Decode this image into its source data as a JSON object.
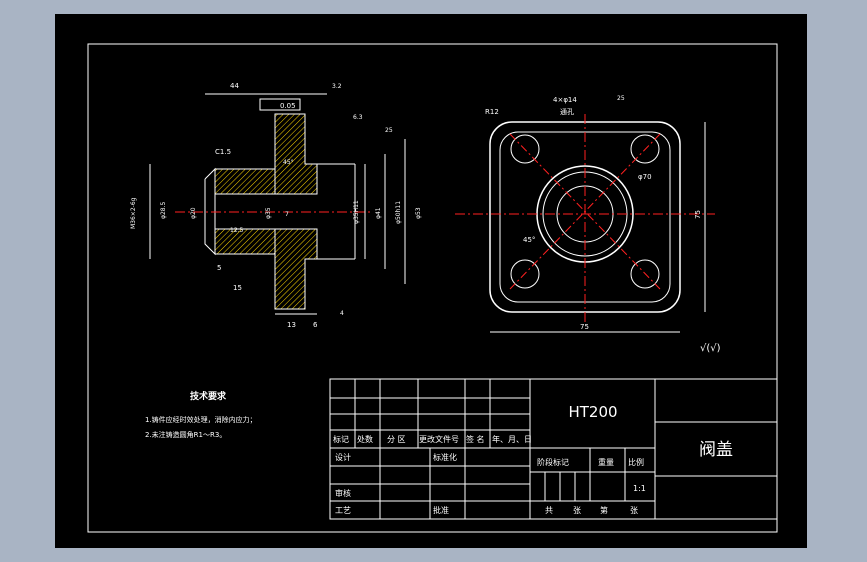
{
  "colors": {
    "background": "#a9b4c4",
    "sheet": "#000000",
    "line": "#ffffff",
    "section": "#ffd700",
    "center": "#ff2020",
    "outline": "#ffffff"
  },
  "section_view": {
    "dims": {
      "top_width": "44",
      "flatness": "0.05",
      "roughness_top": "3.2",
      "chamfer": "C1.5",
      "left_height": "M36×2-6g",
      "dia_28": "φ28.5",
      "dia_20": "φ20",
      "dia_35": "φ35",
      "dia_h11": "φ35H11",
      "dia_41": "φ41",
      "dia_50": "φ50h11",
      "dia_53": "φ53",
      "dim_5": "5",
      "dim_15": "15",
      "dim_13": "13",
      "dim_6": "6",
      "dim_4": "4",
      "dim_7": "7",
      "roughness_a": "6.3",
      "roughness_b": "25",
      "roughness_c": "12.5",
      "angle": "45°"
    }
  },
  "plan_view": {
    "dims": {
      "hole_label": "4×φ14",
      "through": "通孔",
      "r12": "R12",
      "dia70": "φ70",
      "width": "75",
      "height": "75",
      "angle": "45°",
      "roughness": "25"
    }
  },
  "surface_note": "√(√)",
  "tech_req": {
    "title": "技术要求",
    "items": [
      "1.铸件应经时效处理，消除内应力；",
      "2.未注铸造圆角R1～R3。"
    ]
  },
  "title_block": {
    "material": "HT200",
    "part_name": "阀盖",
    "row_labels": [
      "标记",
      "处数",
      "分 区",
      "更改文件号",
      "签 名",
      "年、月、日"
    ],
    "design": "设计",
    "standard": "标准化",
    "review": "审核",
    "process": "工艺",
    "approve": "批准",
    "stage_mark": "阶段标记",
    "weight": "重量",
    "scale_label": "比例",
    "scale": "1:1",
    "total": "共",
    "sheets": "张",
    "page": "第",
    "sheet_unit": "张"
  }
}
